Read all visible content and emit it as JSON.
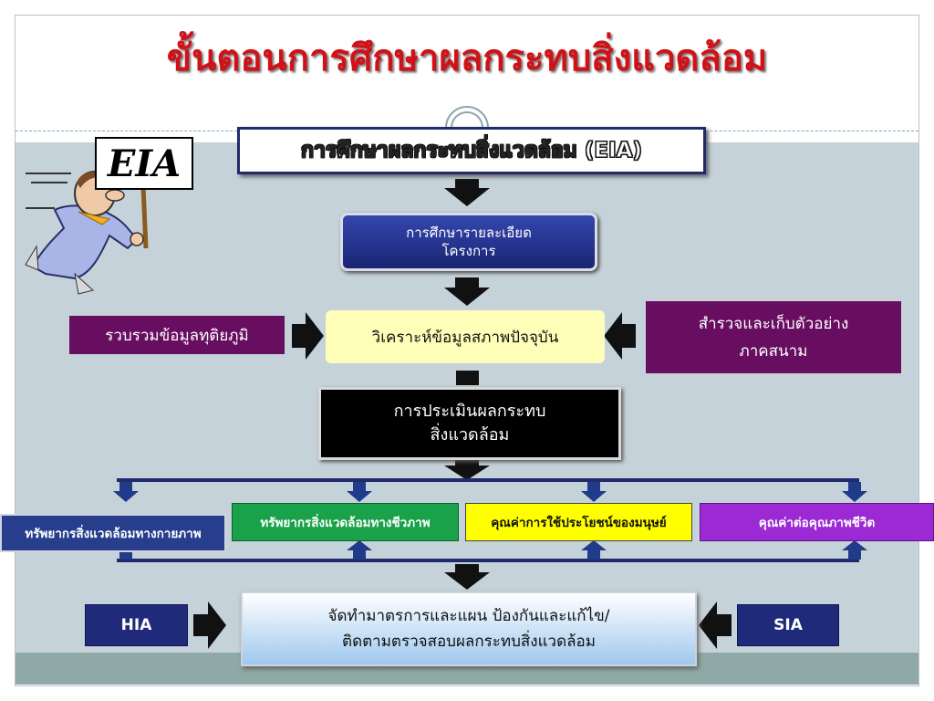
{
  "title": "ขั้นตอนการศึกษาผลกระทบสิ่งแวดล้อม",
  "header_box": {
    "text": "การศึกษาผลกระทบสิ่งแวดล้อม",
    "acronym": "(EIA)"
  },
  "sign_label": "EIA",
  "steps": {
    "project_line1": "การศึกษารายละเอียด",
    "project_line2": "โครงการ",
    "analyze": "วิเคราะห์ข้อมูลสภาพปัจจุบัน",
    "baseline": "รวบรวมข้อมูลทุติยภูมิ",
    "survey_line1": "สำรวจและเก็บตัวอย่าง",
    "survey_line2": "ภาคสนาม",
    "assess_line1": "การประเมินผลกระทบ",
    "assess_line2": "สิ่งแวดล้อม"
  },
  "categories": {
    "physical": "ทรัพยากรสิ่งแวดล้อมทางกายภาพ",
    "biological": "ทรัพยากรสิ่งแวดล้อมทางชีวภาพ",
    "human_use": "คุณค่าการใช้ประโยชน์ของมนุษย์",
    "quality_of_life": "คุณค่าต่อคุณภาพชีวิต"
  },
  "mitigation": {
    "line1": "จัดทำมาตรการและแผน ป้องกันและแก้ไข/",
    "line2": "ติดตามตรวจสอบผลกระทบสิ่งแวดล้อม"
  },
  "side_boxes": {
    "left": "HIA",
    "right": "SIA"
  },
  "colors": {
    "title_red": "#d01218",
    "navy": "#1f2b7a",
    "purple_box": "#680e60",
    "yellow_box": "#fefeb8",
    "green_cat": "#1aa24b",
    "yellow_cat": "#ffff00",
    "violet_cat": "#9b29d4"
  },
  "icons": {
    "mascot": "running-man-with-sign-icon",
    "arrow": "block-arrow-icon"
  }
}
